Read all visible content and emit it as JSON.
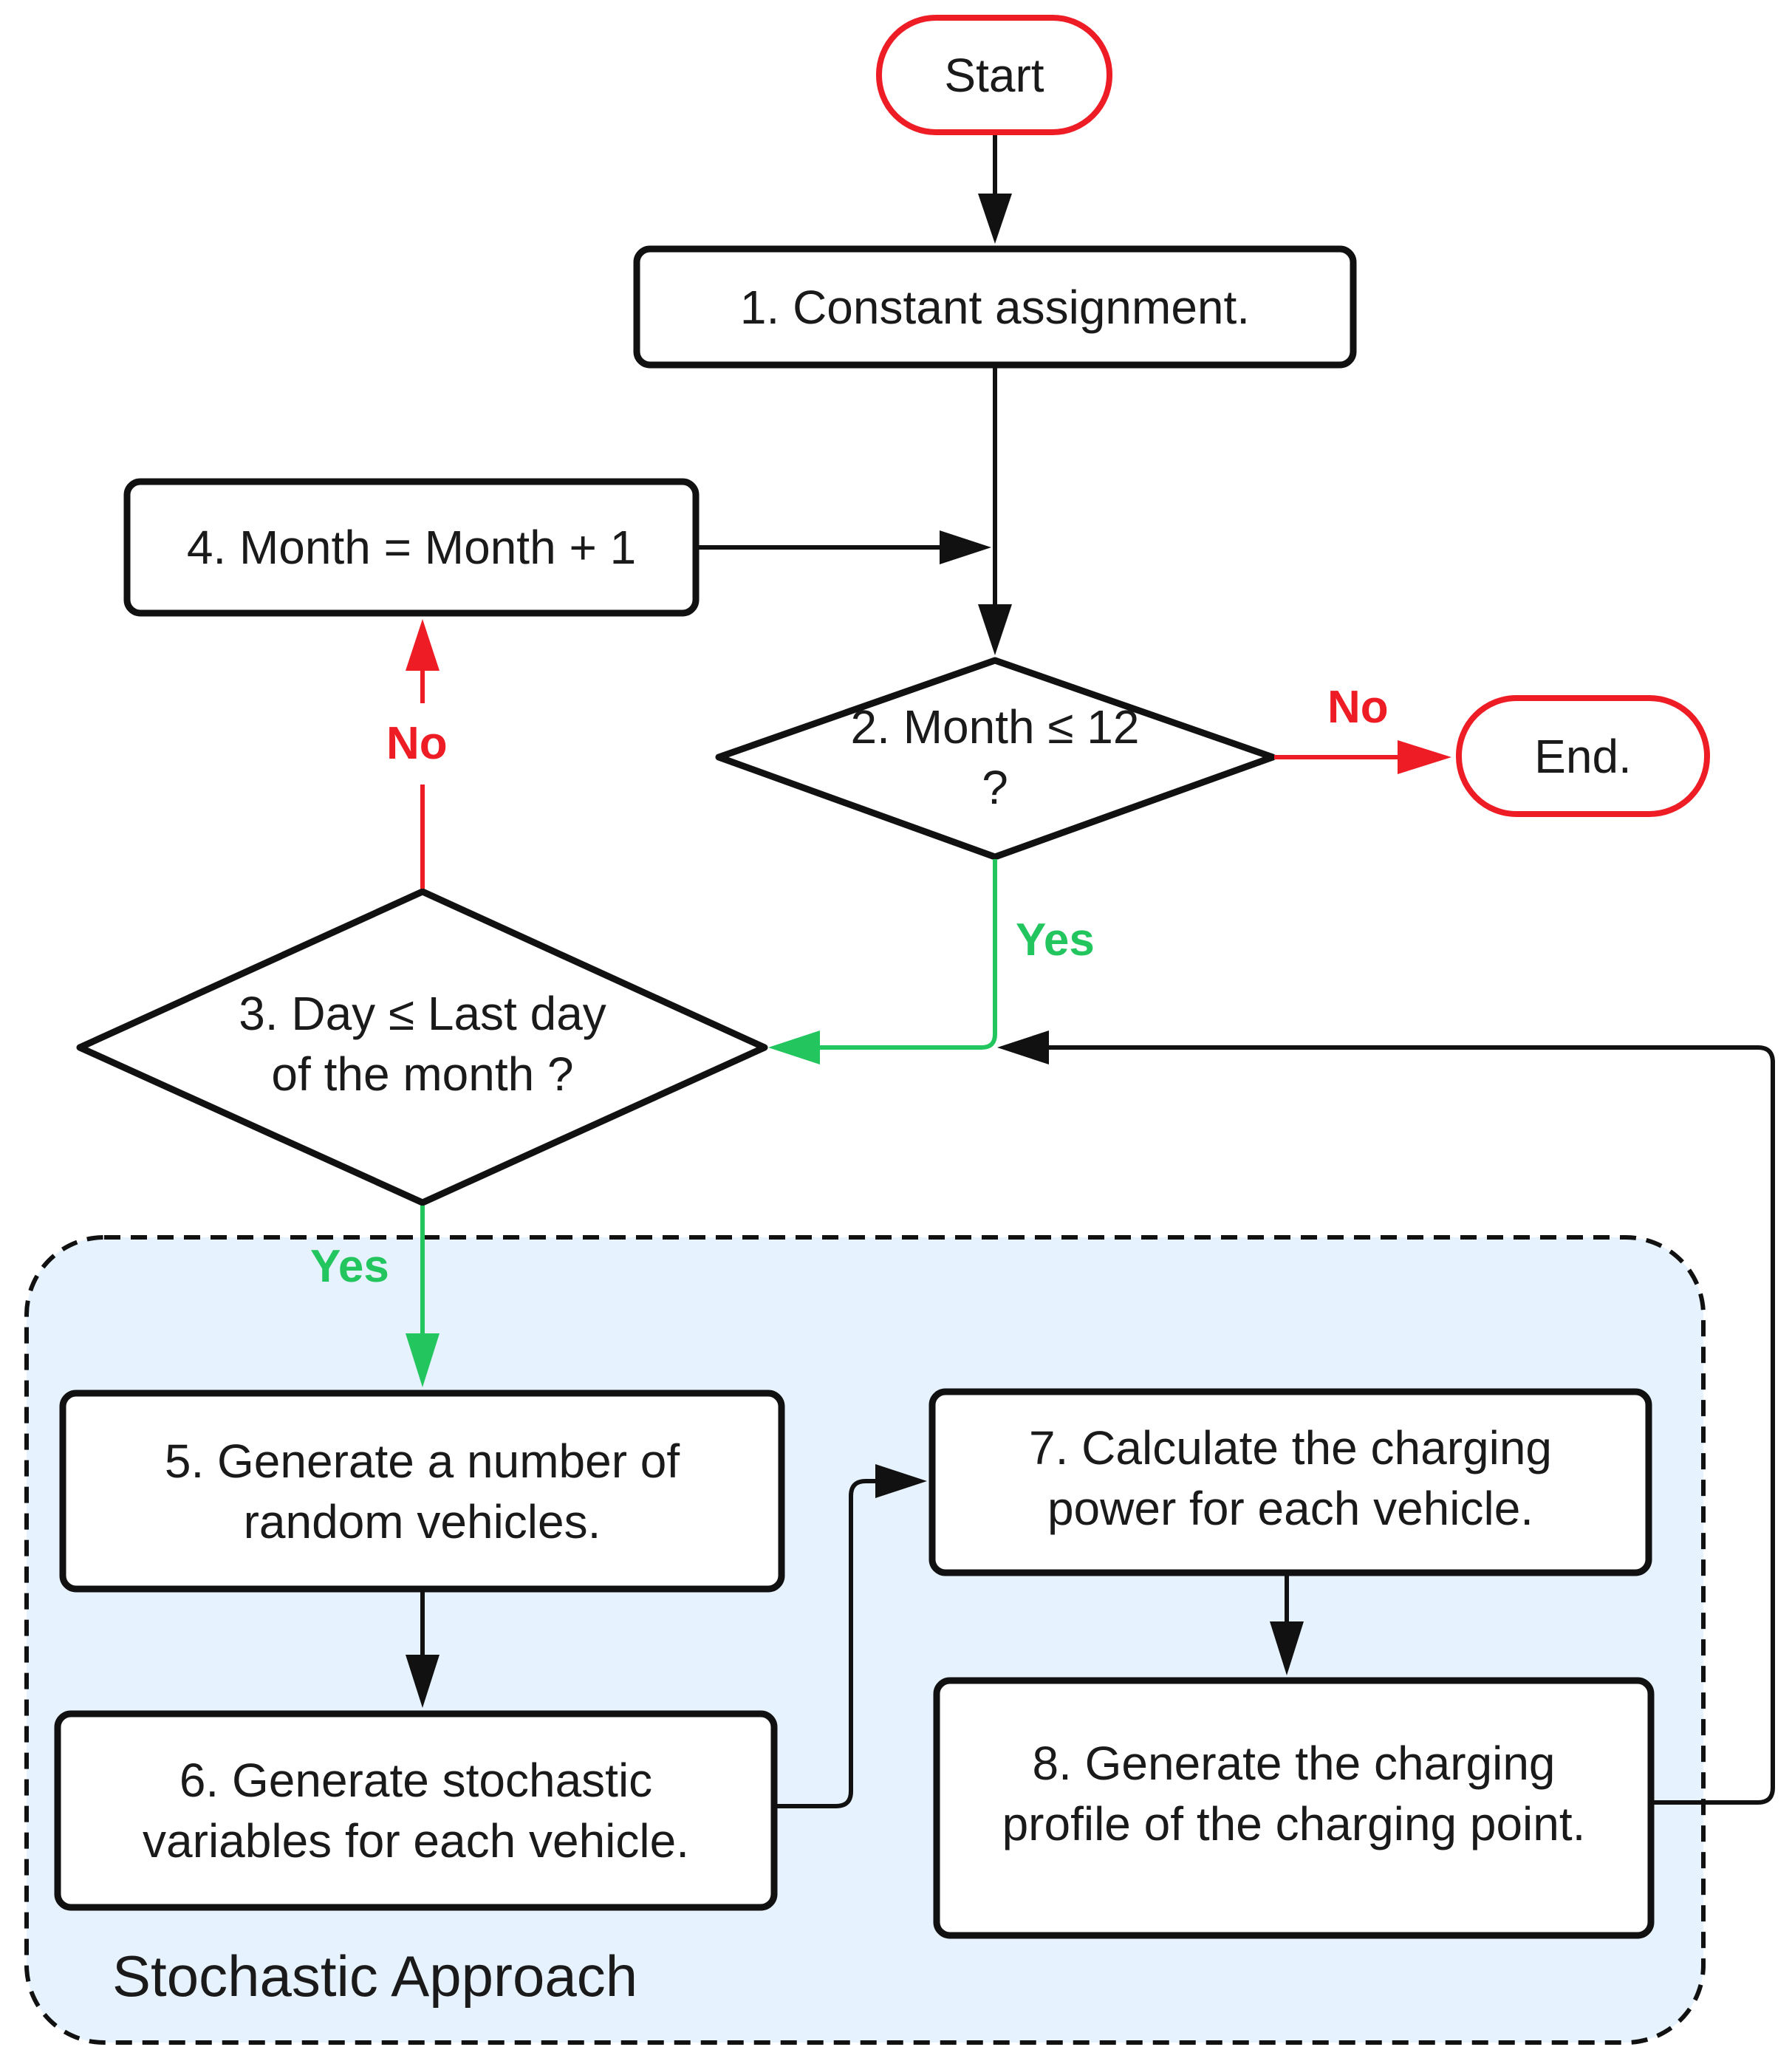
{
  "colors": {
    "terminal_stroke": "#ee1c24",
    "process_stroke": "#111111",
    "yes_color": "#22c55e",
    "no_color": "#ee1c24",
    "region_fill": "#e6f2fd"
  },
  "nodes": {
    "start": {
      "label": "Start"
    },
    "step1": {
      "label": "1. Constant assignment."
    },
    "step2": {
      "line1": "2. Month ≤ 12",
      "line2": "?"
    },
    "end": {
      "label": "End."
    },
    "step3": {
      "line1": "3. Day ≤ Last day",
      "line2": "of the month ?"
    },
    "step4": {
      "label": "4. Month = Month + 1"
    },
    "step5": {
      "line1": "5. Generate a number of",
      "line2": "random vehicles."
    },
    "step6": {
      "line1": "6. Generate stochastic",
      "line2": "variables for each vehicle."
    },
    "step7": {
      "line1": "7. Calculate the charging",
      "line2": "power for each vehicle."
    },
    "step8": {
      "line1": "8. Generate the charging",
      "line2": "profile of the charging point."
    }
  },
  "edges": {
    "step2_no": "No",
    "step2_yes": "Yes",
    "step3_no": "No",
    "step3_yes": "Yes"
  },
  "region": {
    "label": "Stochastic Approach"
  }
}
